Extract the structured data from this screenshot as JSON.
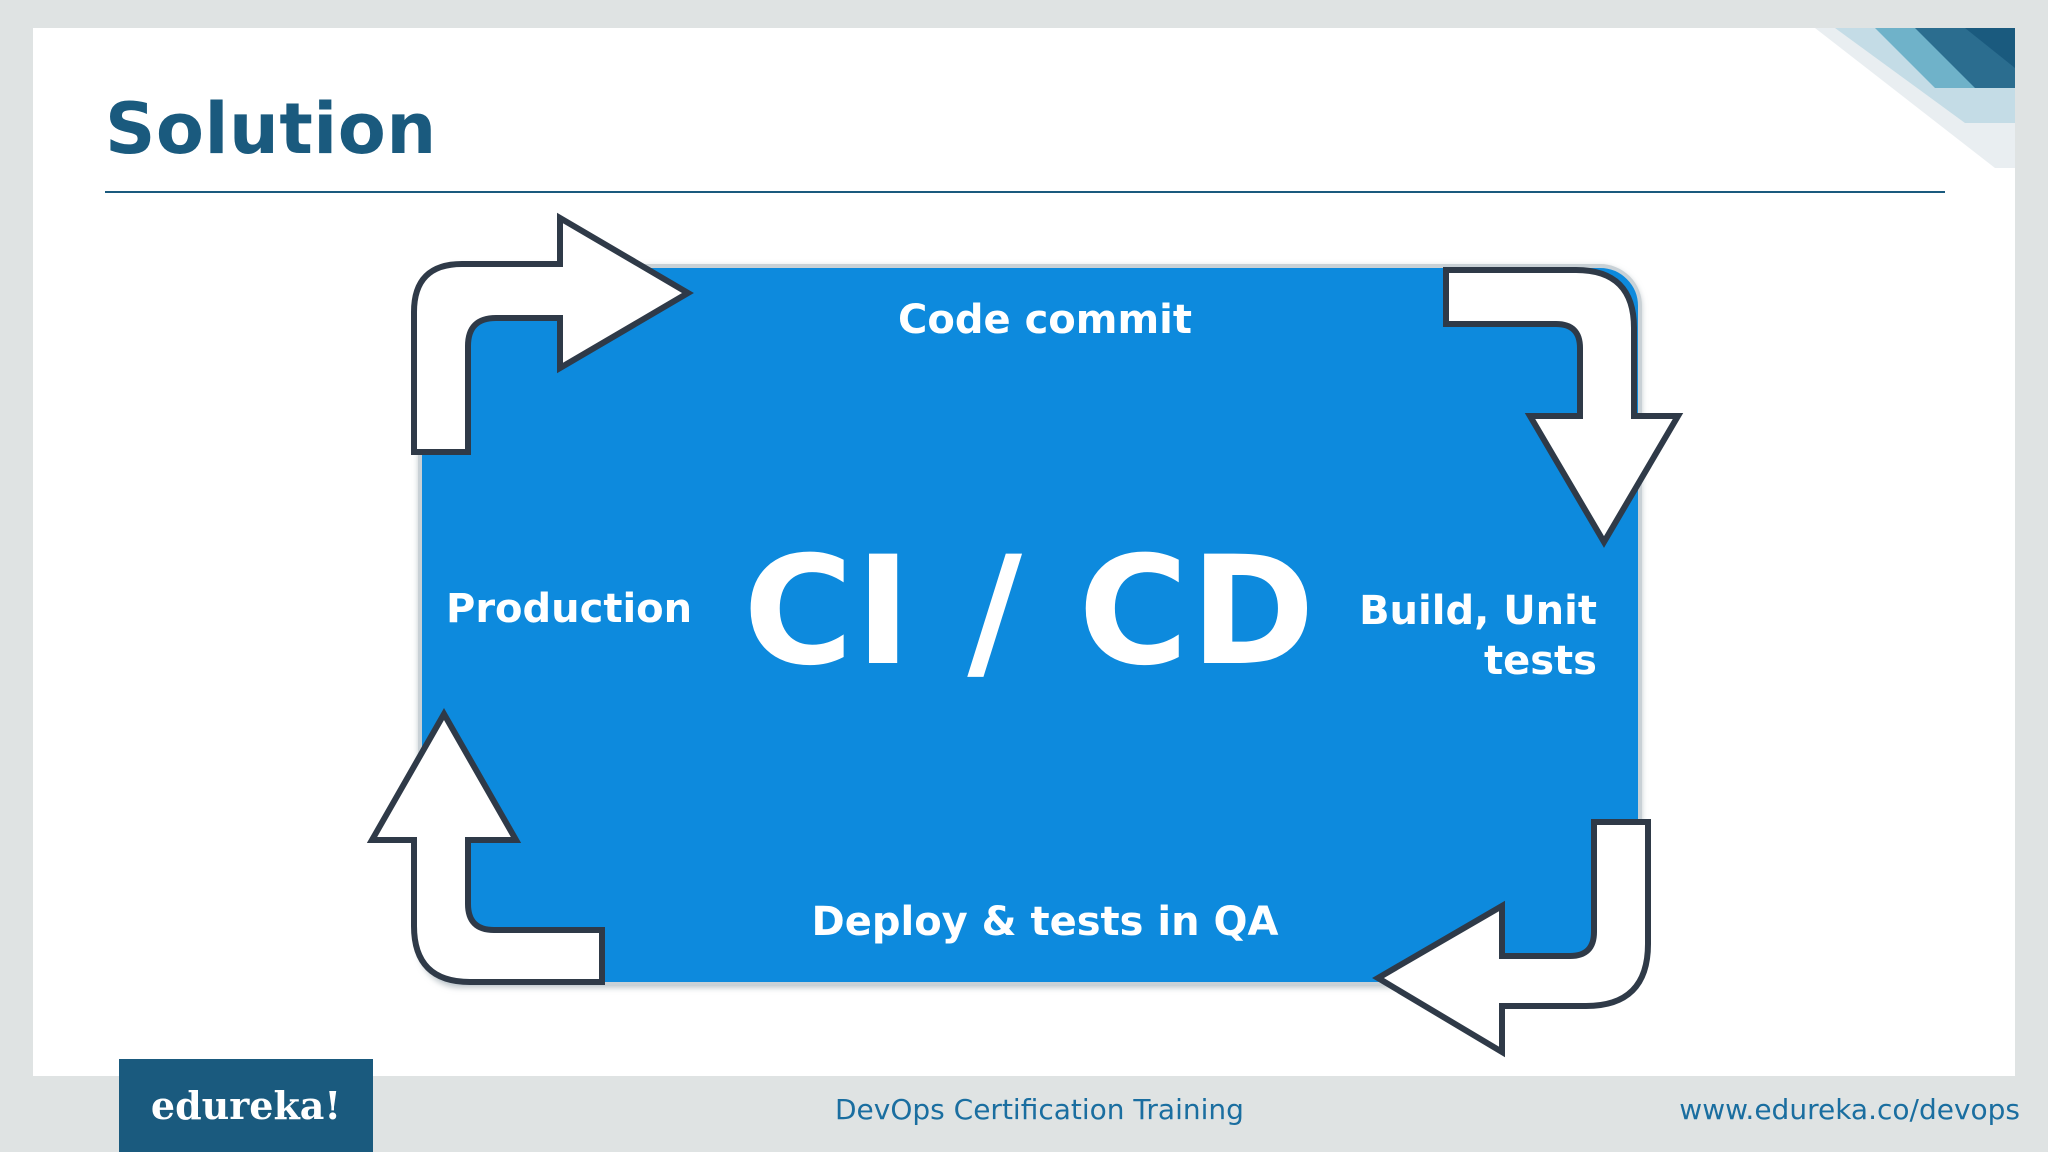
{
  "slide": {
    "title": "Solution"
  },
  "diagram": {
    "center_label": "CI / CD",
    "stages": {
      "top": "Code commit",
      "right": "Build, Unit tests",
      "bottom": "Deploy & tests in QA",
      "left": "Production"
    },
    "colors": {
      "box_fill": "#0a8add",
      "arrow_fill": "#ffffff",
      "arrow_stroke": "#2f3a48"
    }
  },
  "footer": {
    "logo_text": "edureka!",
    "course": "DevOps Certification Training",
    "url": "www.edureka.co/devops"
  },
  "colors": {
    "title": "#1a5a7e",
    "footer_text": "#1a6ea0",
    "background": "#dfe3e3"
  }
}
